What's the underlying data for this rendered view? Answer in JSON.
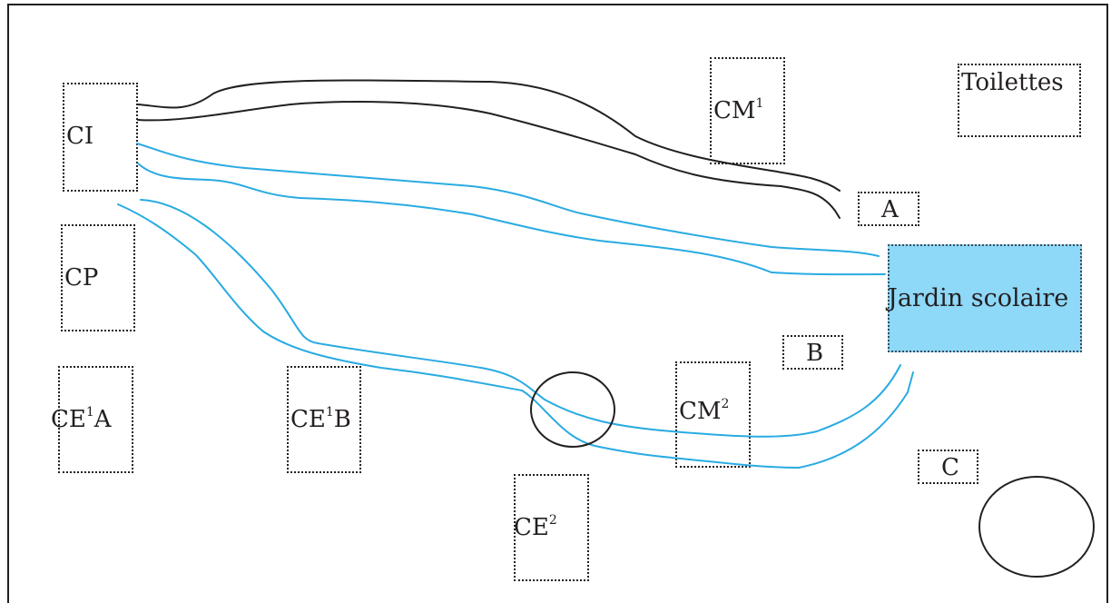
{
  "rooms": {
    "ci": {
      "label": "CI"
    },
    "cp": {
      "label": "CP"
    },
    "ce1a": {
      "base": "CE",
      "sup": "1",
      "suffix": "A"
    },
    "ce1b": {
      "base": "CE",
      "sup": "1",
      "suffix": "B"
    },
    "ce2": {
      "base": "CE",
      "sup": "2"
    },
    "cm1": {
      "base": "CM",
      "sup": "1"
    },
    "cm2": {
      "base": "CM",
      "sup": "2"
    },
    "toilettes": {
      "label": "Toilettes"
    },
    "a": {
      "label": "A"
    },
    "b": {
      "label": "B"
    },
    "c": {
      "label": "C"
    }
  },
  "garden": {
    "label": "Jardin scolaire",
    "color": "#8ed8f8"
  },
  "colors": {
    "ink": "#231f20",
    "path_black": "#231f20",
    "path_blue": "#29abe2",
    "garden_fill": "#8ed8f8"
  }
}
